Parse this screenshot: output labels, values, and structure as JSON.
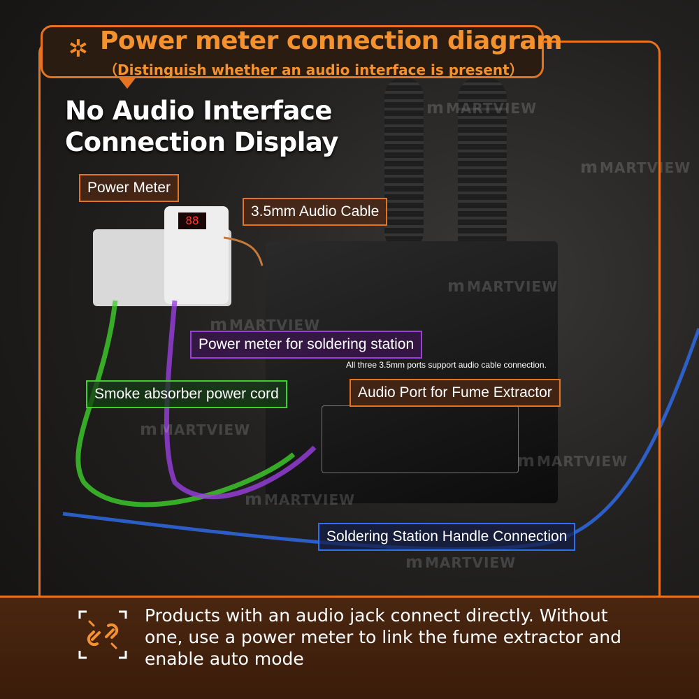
{
  "header": {
    "title": "Power meter connection diagram",
    "subtitle": "（Distinguish whether an audio interface is present）"
  },
  "heading": {
    "line1": "No Audio Interface",
    "line2": "Connection Display"
  },
  "labels": {
    "power_meter": "Power Meter",
    "audio_cable": "3.5mm Audio Cable",
    "meter_for_station": "Power meter for soldering station",
    "smoke_cord": "Smoke absorber power cord",
    "audio_port": "Audio Port for Fume Extractor",
    "handle_connection": "Soldering Station Handle Connection",
    "ports_note": "All three 3.5mm ports support audio cable connection."
  },
  "watermark": "MARTVIEW",
  "footer": {
    "line1": "Products with an audio jack connect directly. Without",
    "line2": "one, use a power meter to link the fume extractor and",
    "line3": "enable auto mode"
  },
  "colors": {
    "accent": "#e5731f",
    "purple": "#9a3ee0",
    "green": "#3fcf2a",
    "blue": "#2f6ef0"
  },
  "icons": [
    "sparkle-icon",
    "broken-link-icon"
  ]
}
